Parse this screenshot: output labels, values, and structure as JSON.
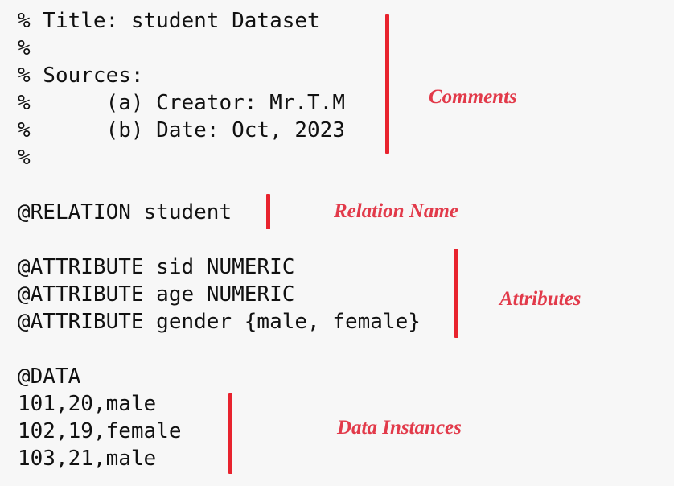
{
  "code_lines": [
    "% Title: student Dataset",
    "%",
    "% Sources:",
    "%      (a) Creator: Mr.T.M",
    "%      (b) Date: Oct, 2023",
    "%",
    "",
    "@RELATION student",
    "",
    "@ATTRIBUTE sid NUMERIC",
    "@ATTRIBUTE age NUMERIC",
    "@ATTRIBUTE gender {male, female}",
    "",
    "@DATA",
    "101,20,male",
    "102,19,female",
    "103,21,male"
  ],
  "annotations": {
    "comments": "Comments",
    "relation_name": "Relation Name",
    "attributes": "Attributes",
    "data_instances": "Data Instances"
  },
  "colors": {
    "accent": "#e8232e",
    "label": "#e23a4a",
    "text": "#111111",
    "background": "#f7f7f7"
  }
}
